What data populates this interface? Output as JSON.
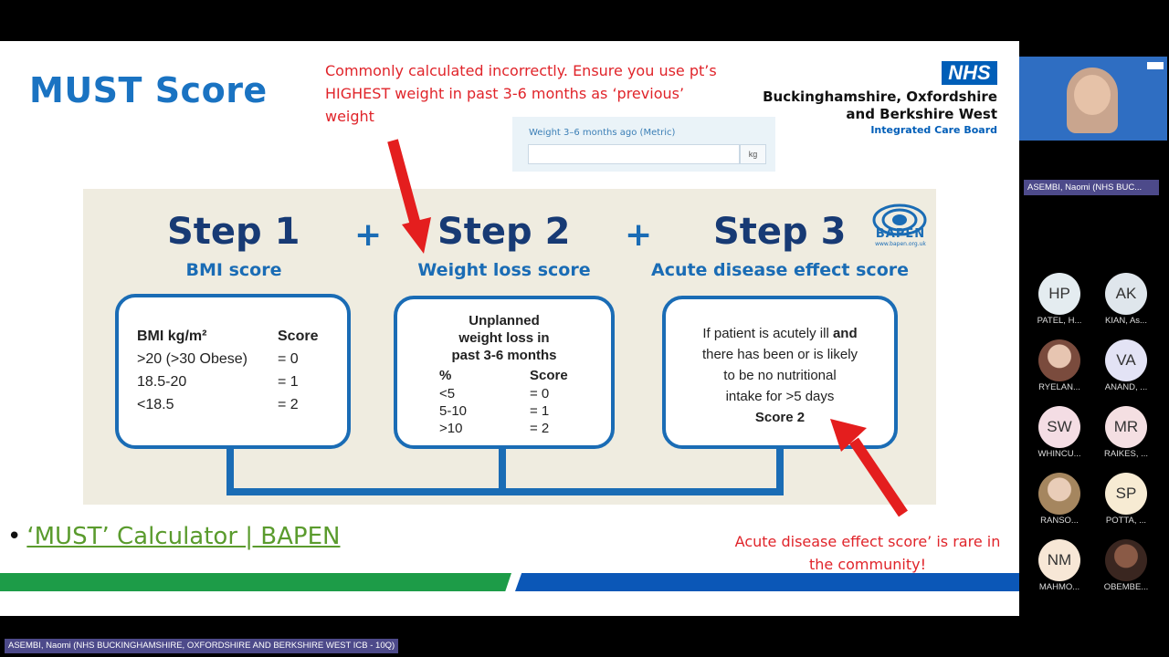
{
  "slide": {
    "title": "MUST Score",
    "note_top": "Commonly calculated incorrectly. Ensure you use pt’s HIGHEST weight in past 3-6 months as ‘previous’ weight",
    "weight_widget": {
      "label": "Weight 3–6 months ago (Metric)",
      "unit": "kg",
      "value": ""
    },
    "nhs": {
      "logo": "NHS",
      "line1": "Buckinghamshire, Oxfordshire",
      "line2": "and Berkshire West",
      "line3": "Integrated Care Board"
    },
    "steps": [
      {
        "title": "Step 1",
        "subtitle": "BMI score"
      },
      {
        "title": "Step 2",
        "subtitle": "Weight loss score"
      },
      {
        "title": "Step 3",
        "subtitle": "Acute disease effect score"
      }
    ],
    "plus": "+",
    "bapen": {
      "name": "BAPEN",
      "url": "www.bapen.org.uk"
    },
    "box1": {
      "col1_header": "BMI kg/m²",
      "col2_header": "Score",
      "rows": [
        {
          "range": ">20 (>30 Obese)",
          "score": "= 0"
        },
        {
          "range": "18.5-20",
          "score": "= 1"
        },
        {
          "range": "<18.5",
          "score": "= 2"
        }
      ]
    },
    "box2": {
      "heading_l1": "Unplanned",
      "heading_l2": "weight loss in",
      "heading_l3": "past 3-6 months",
      "col1_header": "%",
      "col2_header": "Score",
      "rows": [
        {
          "range": "<5",
          "score": "= 0"
        },
        {
          "range": "5-10",
          "score": "= 1"
        },
        {
          "range": ">10",
          "score": "= 2"
        }
      ]
    },
    "box3": {
      "line1_a": "If patient is acutely ill ",
      "line1_b": "and",
      "line2": "there has been or is likely",
      "line3": "to be no nutritional",
      "line4": "intake for >5 days",
      "score": "Score 2"
    },
    "bullet_link": "‘MUST’ Calculator | BAPEN",
    "note_bottom_l1": "Acute disease effect score’ is rare in",
    "note_bottom_l2": "the community!",
    "colors": {
      "title": "#1a73c2",
      "note": "#e0242a",
      "step": "#173a74",
      "accent": "#1a6cb5",
      "green": "#1d9c48",
      "blue": "#0b57b7"
    }
  },
  "meeting": {
    "active_speaker": "ASEMBI, Naomi (NHS BUC...",
    "presenter_label": "ASEMBI, Naomi (NHS BUCKINGHAMSHIRE, OXFORDSHIRE AND BERKSHIRE WEST ICB - 10Q)",
    "participants": [
      {
        "initials": "HP",
        "name": "PATEL, H...",
        "color": "#e4ecf0",
        "photo": false
      },
      {
        "initials": "AK",
        "name": "KIAN, As...",
        "color": "#dfe6ec",
        "photo": false
      },
      {
        "initials": "",
        "name": "RYELAN...",
        "color": "#c8a090",
        "photo": true
      },
      {
        "initials": "VA",
        "name": "ANAND, ...",
        "color": "#e3e3f5",
        "photo": false
      },
      {
        "initials": "SW",
        "name": "WHINCU...",
        "color": "#f4dde4",
        "photo": false
      },
      {
        "initials": "MR",
        "name": "RAIKES, ...",
        "color": "#f4dfe2",
        "photo": false
      },
      {
        "initials": "",
        "name": "RANSO...",
        "color": "#b09480",
        "photo": true
      },
      {
        "initials": "SP",
        "name": "POTTA, ...",
        "color": "#f7ebd3",
        "photo": false
      },
      {
        "initials": "NM",
        "name": "MAHMO...",
        "color": "#f7e7d6",
        "photo": false
      },
      {
        "initials": "",
        "name": "OBEMBE...",
        "color": "#7a5648",
        "photo": true
      }
    ]
  }
}
